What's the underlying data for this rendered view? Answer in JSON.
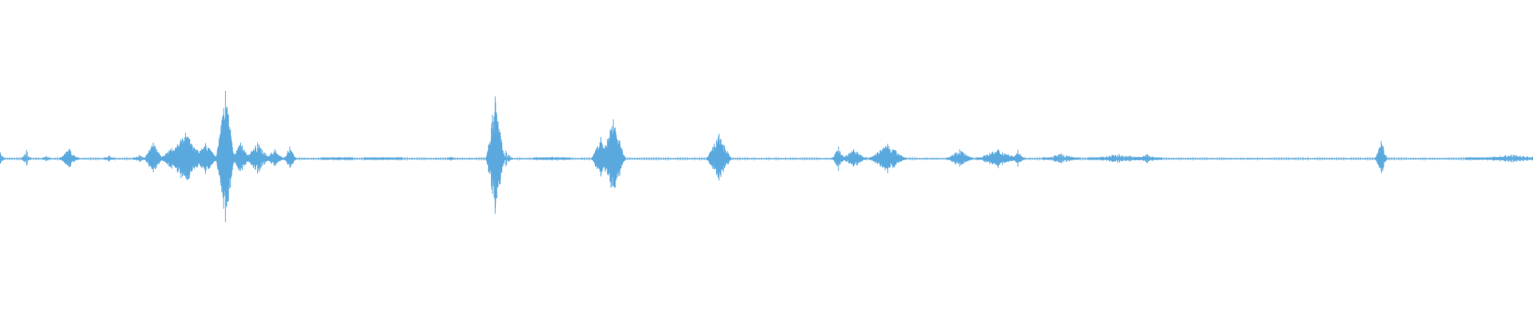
{
  "waveform": {
    "color": "#5aa9de",
    "background": "#ffffff",
    "events": [
      {
        "t": 0.0,
        "amp": 0.09,
        "span": 0.003,
        "density": 1
      },
      {
        "t": 0.017,
        "amp": 0.13,
        "span": 0.003,
        "density": 1
      },
      {
        "t": 0.03,
        "amp": 0.04,
        "span": 0.002,
        "density": 1
      },
      {
        "t": 0.045,
        "amp": 0.15,
        "span": 0.006,
        "density": 2
      },
      {
        "t": 0.071,
        "amp": 0.05,
        "span": 0.003,
        "density": 1
      },
      {
        "t": 0.091,
        "amp": 0.06,
        "span": 0.004,
        "density": 1
      },
      {
        "t": 0.1,
        "amp": 0.24,
        "span": 0.006,
        "density": 3
      },
      {
        "t": 0.112,
        "amp": 0.16,
        "span": 0.008,
        "density": 3
      },
      {
        "t": 0.121,
        "amp": 0.38,
        "span": 0.012,
        "density": 4
      },
      {
        "t": 0.134,
        "amp": 0.23,
        "span": 0.008,
        "density": 3
      },
      {
        "t": 0.147,
        "amp": 1.0,
        "span": 0.006,
        "density": 4
      },
      {
        "t": 0.157,
        "amp": 0.24,
        "span": 0.006,
        "density": 3
      },
      {
        "t": 0.168,
        "amp": 0.24,
        "span": 0.008,
        "density": 2
      },
      {
        "t": 0.179,
        "amp": 0.14,
        "span": 0.006,
        "density": 2
      },
      {
        "t": 0.189,
        "amp": 0.18,
        "span": 0.004,
        "density": 2
      },
      {
        "t": 0.22,
        "amp": 0.02,
        "span": 0.01,
        "density": 1
      },
      {
        "t": 0.25,
        "amp": 0.02,
        "span": 0.012,
        "density": 1
      },
      {
        "t": 0.294,
        "amp": 0.03,
        "span": 0.002,
        "density": 1
      },
      {
        "t": 0.323,
        "amp": 0.92,
        "span": 0.006,
        "density": 3
      },
      {
        "t": 0.33,
        "amp": 0.12,
        "span": 0.004,
        "density": 1
      },
      {
        "t": 0.36,
        "amp": 0.03,
        "span": 0.012,
        "density": 1
      },
      {
        "t": 0.392,
        "amp": 0.32,
        "span": 0.006,
        "density": 3
      },
      {
        "t": 0.4,
        "amp": 0.58,
        "span": 0.008,
        "density": 3
      },
      {
        "t": 0.469,
        "amp": 0.37,
        "span": 0.008,
        "density": 3
      },
      {
        "t": 0.547,
        "amp": 0.18,
        "span": 0.004,
        "density": 2
      },
      {
        "t": 0.557,
        "amp": 0.14,
        "span": 0.008,
        "density": 2
      },
      {
        "t": 0.579,
        "amp": 0.22,
        "span": 0.012,
        "density": 3
      },
      {
        "t": 0.626,
        "amp": 0.14,
        "span": 0.008,
        "density": 2
      },
      {
        "t": 0.651,
        "amp": 0.14,
        "span": 0.014,
        "density": 2
      },
      {
        "t": 0.664,
        "amp": 0.13,
        "span": 0.004,
        "density": 2
      },
      {
        "t": 0.692,
        "amp": 0.08,
        "span": 0.012,
        "density": 1
      },
      {
        "t": 0.73,
        "amp": 0.07,
        "span": 0.02,
        "density": 1
      },
      {
        "t": 0.748,
        "amp": 0.07,
        "span": 0.01,
        "density": 1
      },
      {
        "t": 0.901,
        "amp": 0.26,
        "span": 0.004,
        "density": 2
      },
      {
        "t": 0.986,
        "amp": 0.06,
        "span": 0.03,
        "density": 1
      }
    ]
  }
}
